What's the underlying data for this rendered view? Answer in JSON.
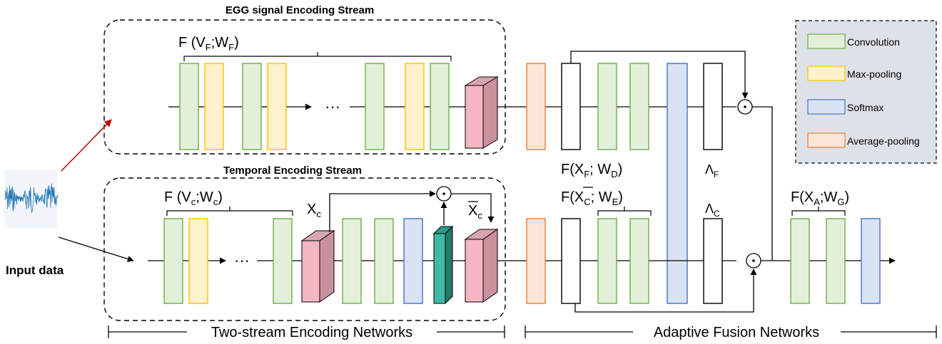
{
  "streams": {
    "egg_title": "EGG signal Encoding Stream",
    "temporal_title": "Temporal Encoding Stream"
  },
  "input_label": "Input data",
  "formulas": {
    "f_v_f": {
      "pre": "F  (V",
      "sub1": "F",
      "mid": ";W",
      "sub2": "F",
      "post": ")"
    },
    "f_v_c": {
      "pre": "F  (V",
      "sub1": "c",
      "mid": ";W",
      "sub2": "c",
      "post": ")"
    },
    "x_c": {
      "base": "X",
      "sub": "c"
    },
    "x_c_bar": {
      "base": "X",
      "sub": "c"
    },
    "f_x_f": {
      "pre": "F(X",
      "sub1": "F",
      "mid": "; W",
      "sub2": "D",
      "post": ")"
    },
    "f_x_c": {
      "pre": "F(X",
      "sub1": "C",
      "mid": "; W",
      "sub2": "E",
      "post": ")"
    },
    "lambda_f": {
      "base": "Λ",
      "sub": "F"
    },
    "lambda_c": {
      "base": "Λ",
      "sub": "C"
    },
    "f_x_a": {
      "pre": "F(X",
      "sub1": "A",
      "mid": ";W",
      "sub2": "G",
      "post": ")"
    }
  },
  "ellipsis": "···",
  "legend": [
    {
      "label": "Convolution",
      "color": "#e2f0d9",
      "border": "#70ad47"
    },
    {
      "label": "Max-pooling",
      "color": "#fff2cc",
      "border": "#ffc000"
    },
    {
      "label": "Softmax",
      "color": "#dae3f3",
      "border": "#4472c4"
    },
    {
      "label": "Average-pooling",
      "color": "#fbe5d6",
      "border": "#ed7d31"
    }
  ],
  "sections": {
    "encoding": "Two-stream Encoding Networks",
    "fusion": "Adaptive Fusion Networks"
  },
  "colors": {
    "conv_fill": "#e2f0d9",
    "conv_border": "#70ad47",
    "pool_fill": "#fff2cc",
    "pool_border": "#ffc000",
    "softmax_fill": "#dae3f3",
    "softmax_border": "#4472c4",
    "avg_fill": "#fbe5d6",
    "avg_border": "#ed7d31",
    "feature_front": "#f4b6c2",
    "feature_side": "#c9919b",
    "attention_front": "#3fb9a6",
    "attention_side": "#237a6d",
    "legend_bg": "#dde1e8",
    "arrow_red": "#c00000",
    "signal_blue": "#1f77b4"
  }
}
